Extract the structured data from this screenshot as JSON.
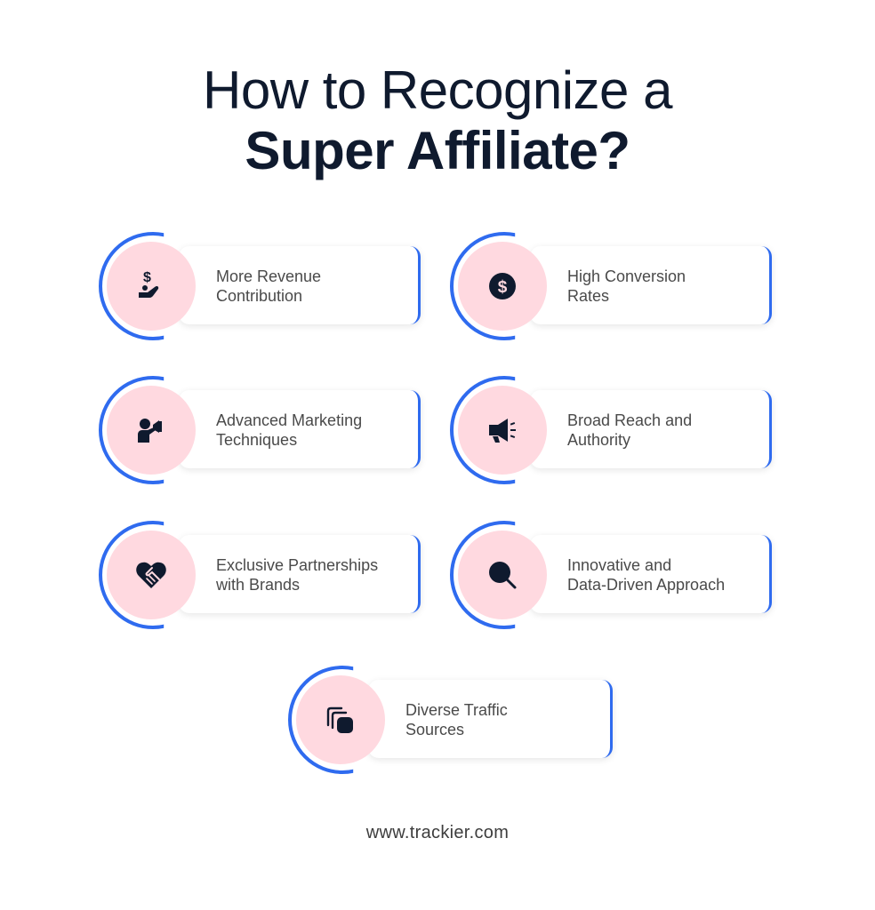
{
  "title": {
    "line1": "How to Recognize a",
    "line2": "Super Affiliate?"
  },
  "colors": {
    "accent_blue": "#2f6bef",
    "icon_bg_pink": "#ffd9e0",
    "title_navy": "#0f1a2e",
    "body_text": "#4a4a4a"
  },
  "items": [
    {
      "line1": "More Revenue",
      "line2": "Contribution",
      "icon": "hand-dollar-icon"
    },
    {
      "line1": "High Conversion",
      "line2": "Rates",
      "icon": "dollar-coin-icon"
    },
    {
      "line1": "Advanced Marketing",
      "line2": "Techniques",
      "icon": "person-megaphone-icon"
    },
    {
      "line1": "Broad Reach and",
      "line2": "Authority",
      "icon": "megaphone-icon"
    },
    {
      "line1": "Exclusive Partnerships",
      "line2": "with Brands",
      "icon": "heart-handshake-icon"
    },
    {
      "line1": "Innovative and",
      "line2": "Data-Driven Approach",
      "icon": "magnifier-icon"
    },
    {
      "line1": "Diverse Traffic",
      "line2": "Sources",
      "icon": "layers-icon"
    }
  ],
  "footer": {
    "url": "www.trackier.com"
  }
}
